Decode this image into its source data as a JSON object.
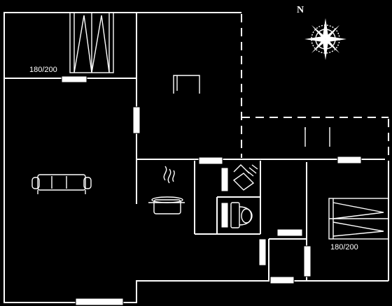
{
  "bed_labels": [
    "180/200",
    "180/200"
  ],
  "compass": {
    "letter": "N"
  },
  "icons": {
    "sofa": "sofa-icon",
    "stove": "cooking-pot-icon",
    "toilet": "toilet-icon",
    "shower": "shower-icon",
    "compass": "compass-rose-icon"
  },
  "colors": {
    "background": "#000000",
    "lines": "#ffffff"
  }
}
